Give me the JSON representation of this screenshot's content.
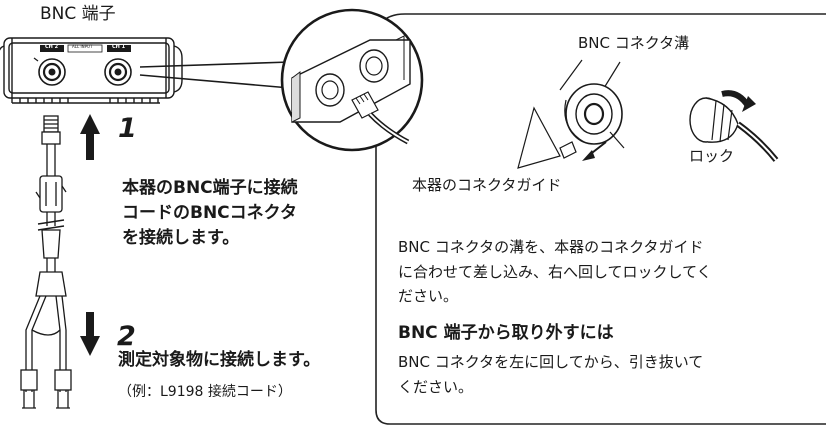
{
  "labels": {
    "bnc_terminal": "BNC 端子",
    "ch2": "CH 2",
    "all_input": "ALL INPUT",
    "ch1": "CH 1",
    "step1": "1",
    "step2": "2",
    "instruction1_line1": "本器のBNC端子に接続",
    "instruction1_line2": "コードのBNCコネクタ",
    "instruction1_line3": "を接続します。",
    "instruction2": "測定対象物に接続します。",
    "example": "（例：L9198 接続コード）",
    "groove": "BNC コネクタ溝",
    "guide": "本器のコネクタガイド",
    "lock": "ロック"
  },
  "description": {
    "line1": "BNC コネクタの溝を、本器のコネクタガイド",
    "line2": "に合わせて差し込み、右へ回してロックしてく",
    "line3": "ださい。",
    "removal_heading": "BNC 端子から取り外すには",
    "removal_line1": "BNC コネクタを左に回してから、引き抜いて",
    "removal_line2": "ください。"
  },
  "colors": {
    "ink": "#1a1a1a",
    "panel_border": "#222222",
    "background": "#ffffff"
  }
}
